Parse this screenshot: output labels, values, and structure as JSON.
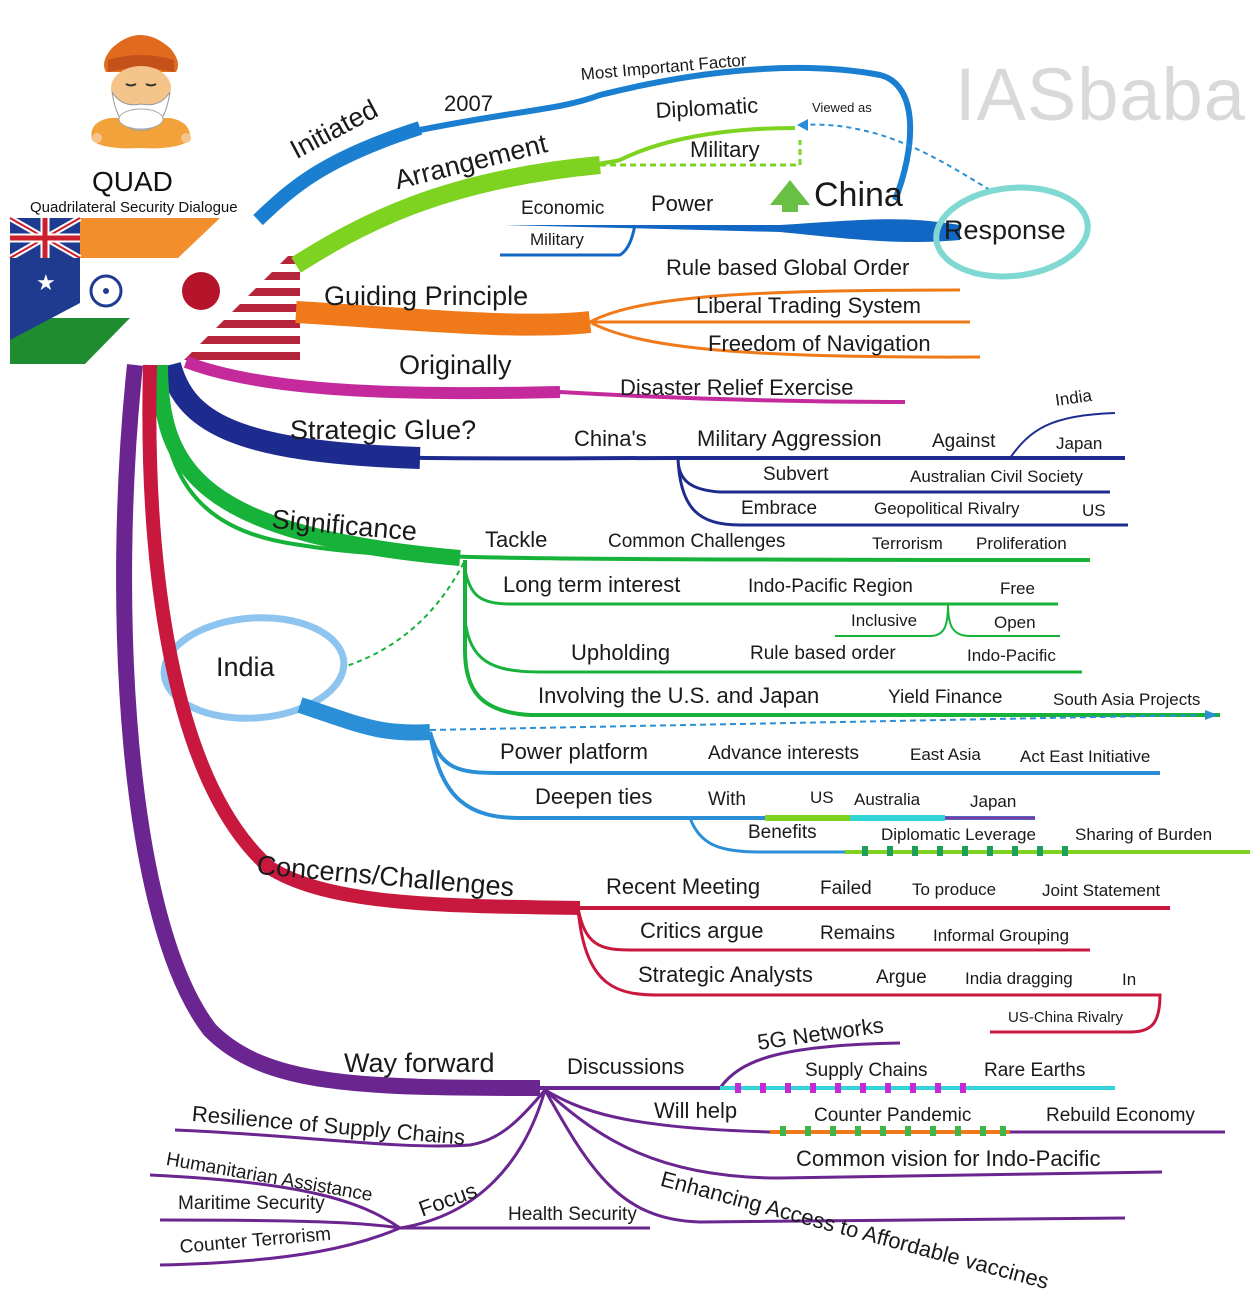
{
  "watermark": "IASbaba",
  "quad": {
    "title": "QUAD",
    "subtitle": "Quadrilateral Security Dialogue"
  },
  "colors": {
    "initiated": "#1a7fd0",
    "arrangement": "#5ec41c",
    "china": "#1266c4",
    "guiding": "#f07a1a",
    "originally": "#c42a9c",
    "glue": "#1d2b8f",
    "significance": "#17b23a",
    "india": "#2a8fd6",
    "concerns": "#c8183d",
    "way_forward": "#6a2590",
    "response_circle": "#7fd8d2",
    "india_circle": "#8ec4f0"
  },
  "labels": {
    "initiated": "Initiated",
    "year": "2007",
    "most_important": "Most Important Factor",
    "arrangement": "Arrangement",
    "diplomatic": "Diplomatic",
    "military": "Military",
    "viewed_as": "Viewed as",
    "china": "China",
    "response": "Response",
    "economic": "Economic",
    "power": "Power",
    "military2": "Military",
    "guiding": "Guiding Principle",
    "rule_global": "Rule based Global Order",
    "liberal": "Liberal Trading System",
    "freedom": "Freedom of Navigation",
    "originally": "Originally",
    "disaster": "Disaster Relief Exercise",
    "glue": "Strategic Glue?",
    "chinas": "China's",
    "mil_aggr": "Military Aggression",
    "against": "Against",
    "india_sm": "India",
    "japan_sm": "Japan",
    "subvert": "Subvert",
    "aus_civil": "Australian Civil Society",
    "embrace": "Embrace",
    "geo_rivalry": "Geopolitical Rivalry",
    "us_sm": "US",
    "significance": "Significance",
    "tackle": "Tackle",
    "common_chal": "Common Challenges",
    "terrorism": "Terrorism",
    "proliferation": "Proliferation",
    "long_term": "Long term interest",
    "indo_region": "Indo-Pacific Region",
    "free": "Free",
    "inclusive": "Inclusive",
    "open": "Open",
    "upholding": "Upholding",
    "rule_order": "Rule based order",
    "indo_pacific": "Indo-Pacific",
    "involving": "Involving the U.S. and Japan",
    "yield_fin": "Yield Finance",
    "south_asia": "South Asia Projects",
    "india": "India",
    "power_platform": "Power platform",
    "advance": "Advance interests",
    "east_asia": "East Asia",
    "act_east": "Act East Initiative",
    "deepen": "Deepen ties",
    "with": "With",
    "us2": "US",
    "australia": "Australia",
    "japan2": "Japan",
    "benefits": "Benefits",
    "dip_lev": "Diplomatic Leverage",
    "sharing": "Sharing of Burden",
    "concerns": "Concerns/Challenges",
    "recent_meeting": "Recent Meeting",
    "failed": "Failed",
    "to_produce": "To produce",
    "joint": "Joint Statement",
    "critics": "Critics argue",
    "remains": "Remains",
    "informal": "Informal Grouping",
    "analysts": "Strategic Analysts",
    "argue": "Argue",
    "india_drag": "India dragging",
    "in": "In",
    "us_china": "US-China Rivalry",
    "way_forward": "Way forward",
    "discussions": "Discussions",
    "fiveg": "5G Networks",
    "supply": "Supply Chains",
    "rare": "Rare Earths",
    "will_help": "Will help",
    "counter_pan": "Counter Pandemic",
    "rebuild": "Rebuild Economy",
    "common_vision": "Common vision for Indo-Pacific",
    "vaccines": "Enhancing Access to Affordable vaccines",
    "resilience": "Resilience of Supply Chains",
    "humanitarian": "Humanitarian Assistance",
    "focus": "Focus",
    "maritime": "Maritime Security",
    "health": "Health Security",
    "counter_terror": "Counter Terrorism"
  }
}
